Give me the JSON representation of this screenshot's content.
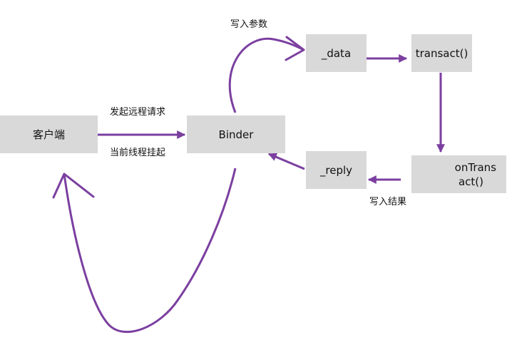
{
  "colors": {
    "arrow": "#7b3fa0",
    "node_fill": "#d9d9d9",
    "text": "#111111"
  },
  "nodes": {
    "client": "客户端",
    "binder": "Binder",
    "data": "_data",
    "transact": "transact()",
    "on_transact_line1": "onTrans",
    "on_transact_line2": "act()",
    "reply": "_reply"
  },
  "edge_labels": {
    "write_params": "写入参数",
    "initiate_remote_request": "发起远程请求",
    "suspend_current_thread": "当前线程挂起",
    "write_result": "写入结果"
  }
}
